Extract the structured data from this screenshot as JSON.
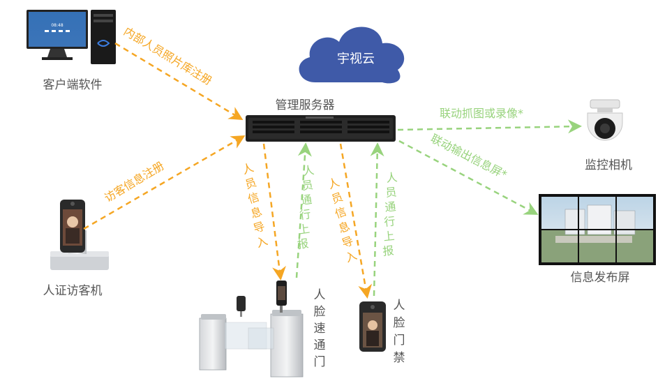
{
  "nodes": {
    "client": "客户端软件",
    "server": "管理服务器",
    "cloud": "宇视云",
    "visitor": "人证访客机",
    "camera": "监控相机",
    "screen": "信息发布屏",
    "gate": "人脸速通门",
    "door": "人脸门禁"
  },
  "edges": {
    "internal_register": "内部人员照片库注册",
    "visitor_register": "访客信息注册",
    "import_gate": "人员信息导入",
    "report_gate": "人员通行上报",
    "import_door": "人员信息导入",
    "report_door": "人员通行上报",
    "capture": "联动抓图或录像*",
    "output": "联动输出信息屏*"
  },
  "colors": {
    "orange": "#F5A623",
    "green": "#98D37D",
    "cloud": "#3F5AA8",
    "label": "#555555"
  },
  "clock_text": "08:48"
}
